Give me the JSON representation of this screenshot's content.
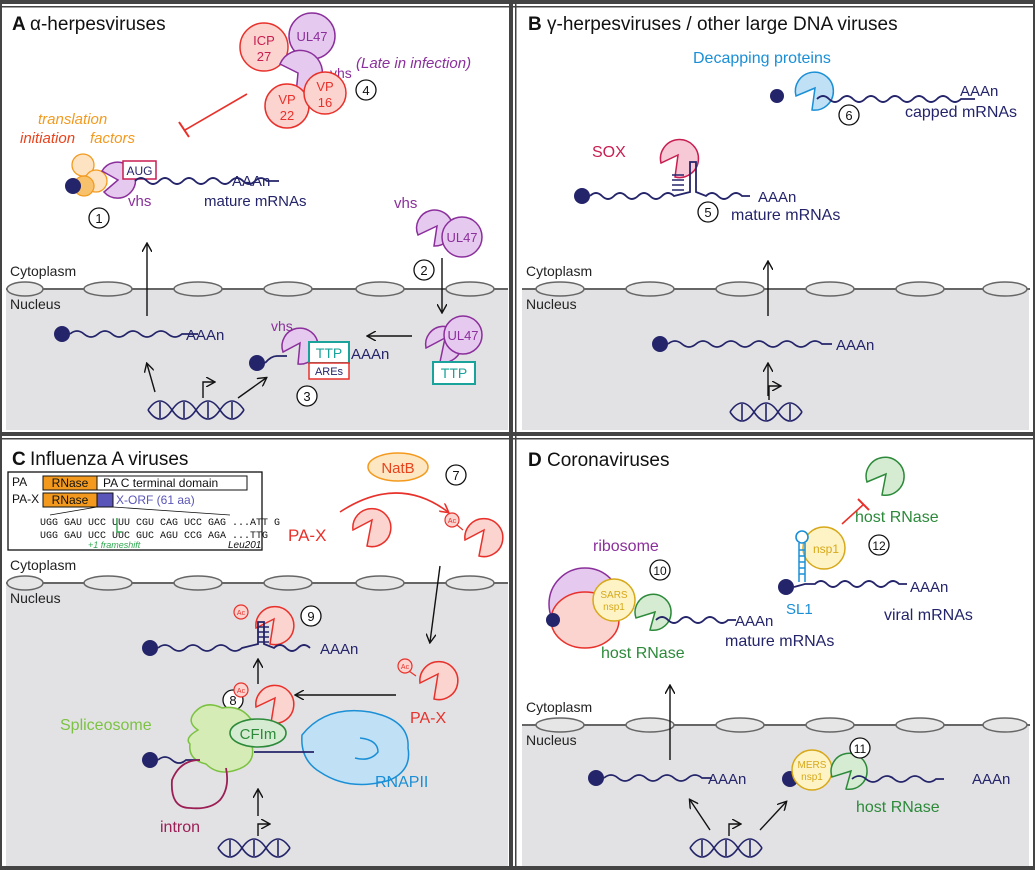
{
  "colors": {
    "navy": "#24246a",
    "purple": "#8a2f9b",
    "purple_fill": "#e6c9ee",
    "red": "#e8312b",
    "red_fill": "#fbd3cf",
    "orange": "#f39a1e",
    "orange_red": "#e8431d",
    "teal": "#1aa39a",
    "blue": "#1a8fd6",
    "blue_fill": "#bfe0f5",
    "green": "#2c8a3a",
    "green_fill": "#d6ecd2",
    "yellow": "#d7a81a",
    "yellow_fill": "#fdf3c4",
    "light_green": "#7cc242",
    "maroon": "#9b1f55",
    "gray_bg": "#e2e2e4"
  },
  "common": {
    "cytoplasm": "Cytoplasm",
    "nucleus": "Nucleus",
    "poly_a": "AAAn",
    "mature_mrnas": "mature mRNAs"
  },
  "panelA": {
    "letter": "A",
    "title": "α-herpesviruses",
    "icp27": [
      "ICP",
      "27"
    ],
    "ul47": "UL47",
    "vhs": "vhs",
    "vp16": [
      "VP",
      "16"
    ],
    "vp22": [
      "VP",
      "22"
    ],
    "late": "(Late in infection)",
    "step4": "4",
    "translation": "translation",
    "initiation": "initiation",
    "factors": "factors",
    "aug": "AUG",
    "step1": "1",
    "step2": "2",
    "step3": "3",
    "ttp": "TTP",
    "ares": "AREs"
  },
  "panelB": {
    "letter": "B",
    "title": "γ-herpesviruses / other large DNA viruses",
    "decapping": "Decapping proteins",
    "capped": "capped mRNAs",
    "step6": "6",
    "sox": "SOX",
    "step5": "5"
  },
  "panelC": {
    "letter": "C",
    "title": "Influenza A viruses",
    "pa": "PA",
    "pax_label": "PA-X",
    "rnase": "RNase",
    "pa_c_terminal": "PA C terminal domain",
    "x_orf": "X-ORF (61 aa)",
    "seq1": "UGG GAU UCC UUU CGU CAG UCC GAG ...ATT G",
    "seq2": "UGG GAU UCC UUC GUC AGU CCG AGA ...TTG",
    "frameshift": "+1 frameshift",
    "leu": "Leu201",
    "natb": "NatB",
    "step7": "7",
    "ac": "Ac",
    "step9": "9",
    "step8": "8",
    "cflm": "CFIm",
    "spliceosome": "Spliceosome",
    "rnapii": "RNAPII",
    "intron": "intron"
  },
  "panelD": {
    "letter": "D",
    "title": "Coronaviruses",
    "host_rnase": "host RNase",
    "nsp1": "nsp1",
    "step12": "12",
    "sl1": "SL1",
    "viral_mrnas": "viral mRNAs",
    "ribosome": "ribosome",
    "sars_nsp1": [
      "SARS",
      "nsp1"
    ],
    "step10": "10",
    "mers_nsp1": [
      "MERS",
      "nsp1"
    ],
    "step11": "11"
  }
}
